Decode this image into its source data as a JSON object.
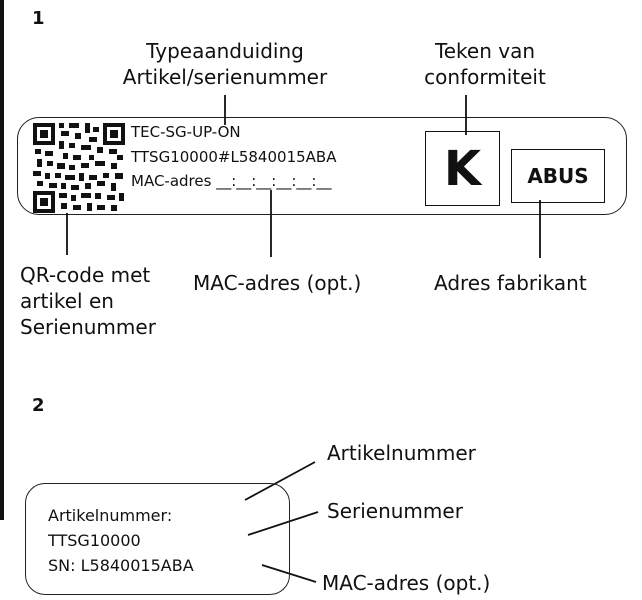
{
  "section1": {
    "number": "1",
    "callouts": {
      "type_line1": "Typeaanduiding",
      "type_line2": "Artikel/serienummer",
      "conformity_line1": "Teken van",
      "conformity_line2": "conformiteit",
      "qr_line1": "QR-code met",
      "qr_line2": "artikel en",
      "qr_line3": "Serienummer",
      "mac": "MAC-adres (opt.)",
      "manufacturer": "Adres fabrikant"
    },
    "label": {
      "type_code": "TEC-SG-UP-ON",
      "article_serial": "TTSG10000#L5840015ABA",
      "mac_line": "MAC-adres __:__:__:__:__:__",
      "conformity_mark": "K",
      "brand": "ABUS"
    }
  },
  "section2": {
    "number": "2",
    "callouts": {
      "article": "Artikelnummer",
      "serial": "Serienummer",
      "mac": "MAC-adres (opt.)"
    },
    "label": {
      "line1": "Artikelnummer:",
      "line2": "TTSG10000",
      "line3": "SN: L5840015ABA"
    }
  }
}
